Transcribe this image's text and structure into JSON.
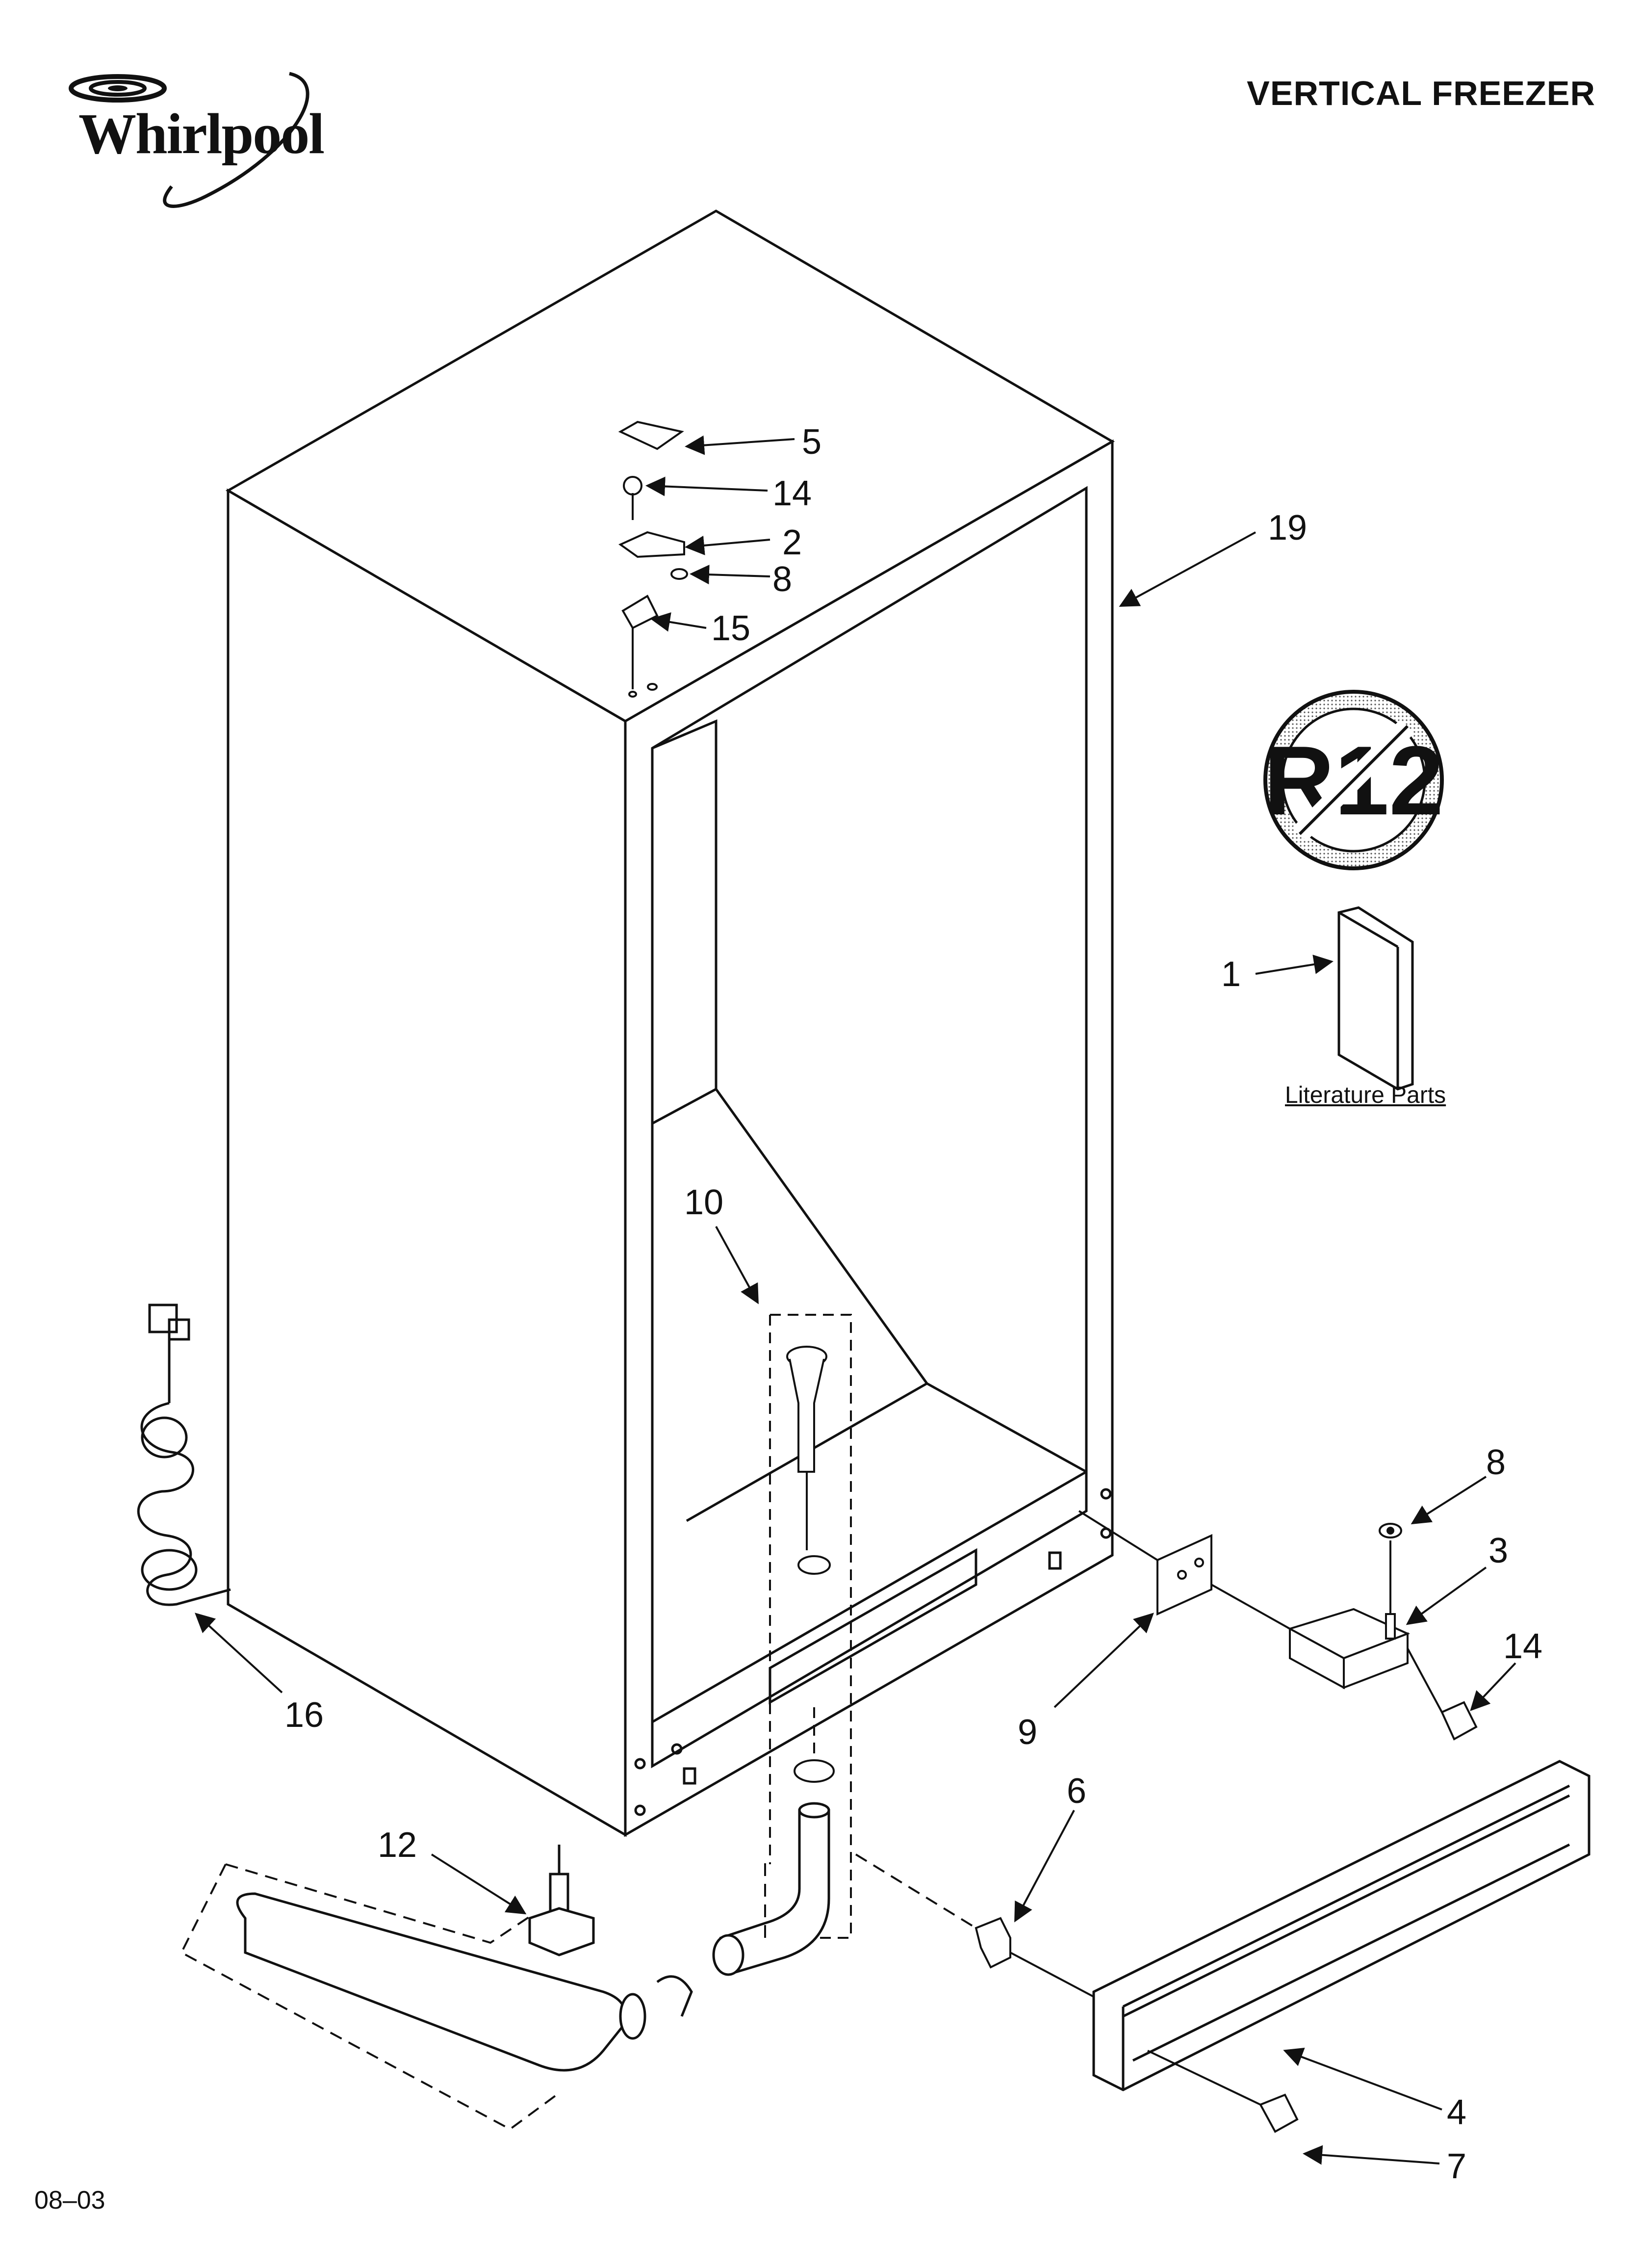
{
  "header": {
    "brand": "Whirlpool",
    "title": "VERTICAL FREEZER"
  },
  "footer": {
    "code": "08–03"
  },
  "literature": {
    "label": "Literature Parts"
  },
  "badge": {
    "text": "R12"
  },
  "callouts": {
    "c1": "1",
    "c2": "2",
    "c3": "3",
    "c4": "4",
    "c5": "5",
    "c6": "6",
    "c7": "7",
    "c8a": "8",
    "c8b": "8",
    "c9": "9",
    "c10": "10",
    "c12": "12",
    "c14a": "14",
    "c14b": "14",
    "c15": "15",
    "c16": "16",
    "c19": "19"
  }
}
